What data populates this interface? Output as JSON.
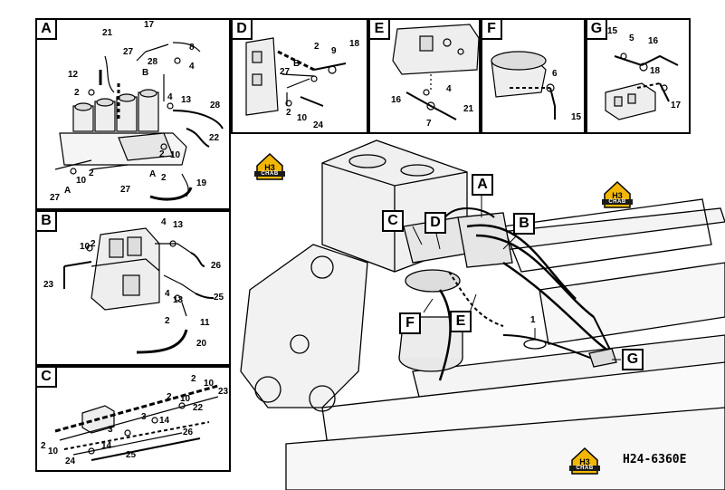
{
  "panels": {
    "A": {
      "tag": "A",
      "callouts": [
        "21",
        "17",
        "8",
        "27",
        "28",
        "4",
        "12",
        "B",
        "2",
        "4",
        "13",
        "28",
        "22",
        "2",
        "10",
        "10",
        "2",
        "A",
        "27",
        "27",
        "A",
        "2",
        "19"
      ]
    },
    "B": {
      "tag": "B",
      "callouts": [
        "4",
        "13",
        "10",
        "2",
        "26",
        "23",
        "4",
        "13",
        "25",
        "2",
        "11",
        "20"
      ]
    },
    "C": {
      "tag": "C",
      "callouts": [
        "2",
        "10",
        "23",
        "2",
        "10",
        "22",
        "3",
        "14",
        "3",
        "26",
        "2",
        "10",
        "14",
        "24",
        "25"
      ]
    },
    "D": {
      "tag": "D",
      "callouts": [
        "2",
        "9",
        "18",
        "B",
        "27",
        "2",
        "10",
        "24"
      ]
    },
    "E": {
      "tag": "E",
      "callouts": [
        "4",
        "16",
        "7",
        "21"
      ]
    },
    "F": {
      "tag": "F",
      "callouts": [
        "6",
        "15"
      ]
    },
    "G": {
      "tag": "G",
      "callouts": [
        "15",
        "5",
        "16",
        "18",
        "17"
      ]
    }
  },
  "main": {
    "labels": [
      "A",
      "B",
      "C",
      "D",
      "E",
      "F",
      "G"
    ],
    "part_callout": "1"
  },
  "logo": {
    "text": "CHAB",
    "mark": "H3"
  },
  "doc_id": "H24-6360E"
}
